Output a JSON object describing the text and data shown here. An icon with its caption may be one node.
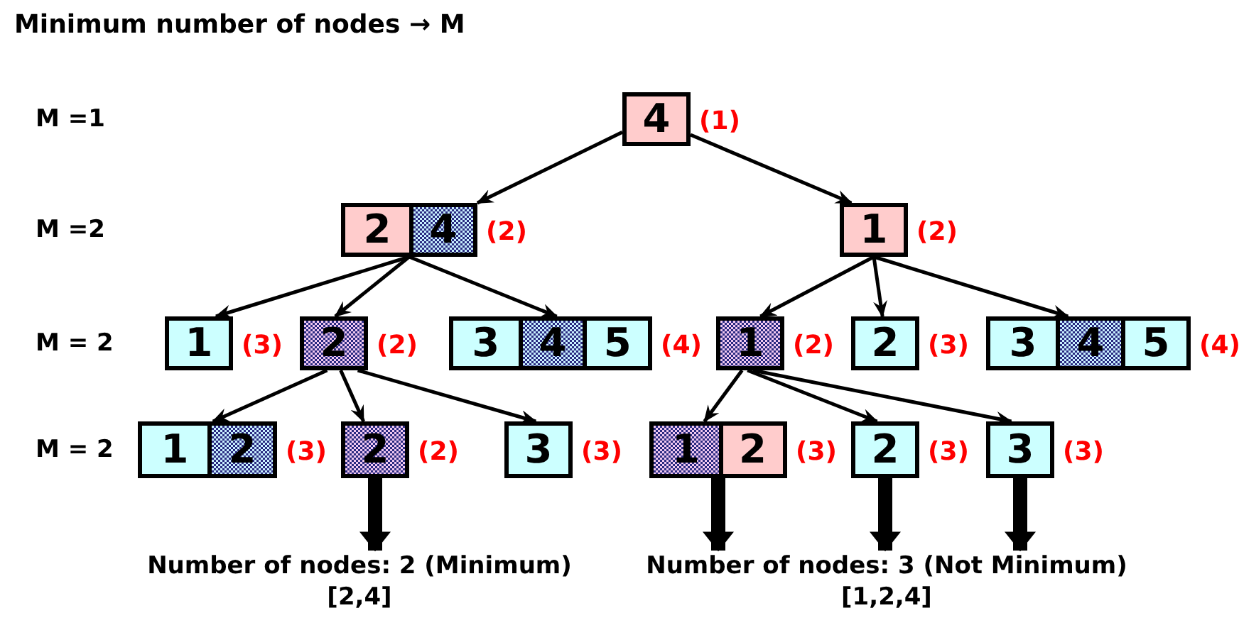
{
  "diagram": {
    "title": "Minimum number of nodes → M",
    "nodes": [
      {
        "text": [
          "4"
        ],
        "beside": [
          "(1)"
        ]
      },
      {
        "text": [],
        "shape": "box",
        "beside": [
          "(2)"
        ]
      },
      {
        "text": [
          "2"
        ],
        "in": 1
      },
      {
        "text": [
          "4"
        ],
        "in": 1
      },
      {
        "text": [
          "1"
        ],
        "beside": [
          "(2)"
        ]
      },
      {
        "text": [
          "1"
        ],
        "beside": [
          "(3)"
        ]
      },
      {
        "text": [
          "2"
        ],
        "beside": [
          "(2)"
        ]
      },
      {
        "text": [],
        "shape": "box",
        "beside": [
          "(4)"
        ]
      },
      {
        "text": [
          "3"
        ],
        "in": 7
      },
      {
        "text": [
          "4"
        ],
        "in": 7
      },
      {
        "text": [
          "5"
        ],
        "in": 7
      },
      {
        "text": [
          "1"
        ],
        "beside": [
          "(2)"
        ]
      },
      {
        "text": [
          "2"
        ],
        "beside": [
          "(3)"
        ]
      },
      {
        "text": [],
        "shape": "box",
        "beside": [
          "(4)"
        ]
      },
      {
        "text": [
          "3"
        ],
        "in": 13
      },
      {
        "text": [
          "4"
        ],
        "in": 13
      },
      {
        "text": [
          "5"
        ],
        "in": 13
      },
      {
        "text": [],
        "shape": "box",
        "beside": [
          "(3)"
        ]
      },
      {
        "text": [
          "1"
        ],
        "in": 17
      },
      {
        "text": [
          "2"
        ],
        "in": 17
      },
      {
        "text": [
          "2"
        ],
        "beside": [
          "(2)"
        ]
      },
      {
        "text": [
          "3"
        ],
        "beside": [
          "(3)"
        ]
      },
      {
        "text": [],
        "shape": "box",
        "beside": [
          "(3)"
        ]
      },
      {
        "text": [
          "1"
        ],
        "in": 22
      },
      {
        "text": [
          "2"
        ],
        "in": 22
      },
      {
        "text": [
          "2"
        ],
        "beside": [
          "(3)"
        ]
      },
      {
        "text": [
          "3"
        ],
        "beside": [
          "(3)"
        ]
      },
      {
        "text": [
          "Number of nodes: 2 (Minimum)",
          "[2,4]"
        ]
      },
      {
        "text": [
          "Number of nodes: 3 (Not Minimum)",
          "[1,2,4]"
        ]
      }
    ],
    "edges": [
      {
        "from": 0,
        "to": 1,
        "arrow": "to"
      },
      {
        "from": 0,
        "to": 4,
        "arrow": "to"
      },
      {
        "from": 1,
        "to": 5,
        "arrow": "to"
      },
      {
        "from": 1,
        "to": 6,
        "arrow": "to"
      },
      {
        "from": 1,
        "to": 7,
        "arrow": "to"
      },
      {
        "from": 4,
        "to": 11,
        "arrow": "to"
      },
      {
        "from": 4,
        "to": 12,
        "arrow": "to"
      },
      {
        "from": 4,
        "to": 13,
        "arrow": "to"
      },
      {
        "from": 6,
        "to": 17,
        "arrow": "to"
      },
      {
        "from": 6,
        "to": 20,
        "arrow": "to"
      },
      {
        "from": 6,
        "to": 21,
        "arrow": "to"
      },
      {
        "from": 11,
        "to": 22,
        "arrow": "to"
      },
      {
        "from": 11,
        "to": 25,
        "arrow": "to"
      },
      {
        "from": 11,
        "to": 26,
        "arrow": "to"
      },
      {
        "from": 20,
        "to": 27,
        "arrow": "to",
        "style": "thick"
      },
      {
        "from": 22,
        "to": 28,
        "arrow": "to",
        "style": "thick"
      },
      {
        "from": 25,
        "to": 28,
        "arrow": "to",
        "style": "thick"
      },
      {
        "from": 26,
        "to": 28,
        "arrow": "to",
        "style": "thick"
      }
    ],
    "labels": [
      "M =1",
      "M =2",
      "M = 2",
      "M = 2"
    ]
  }
}
